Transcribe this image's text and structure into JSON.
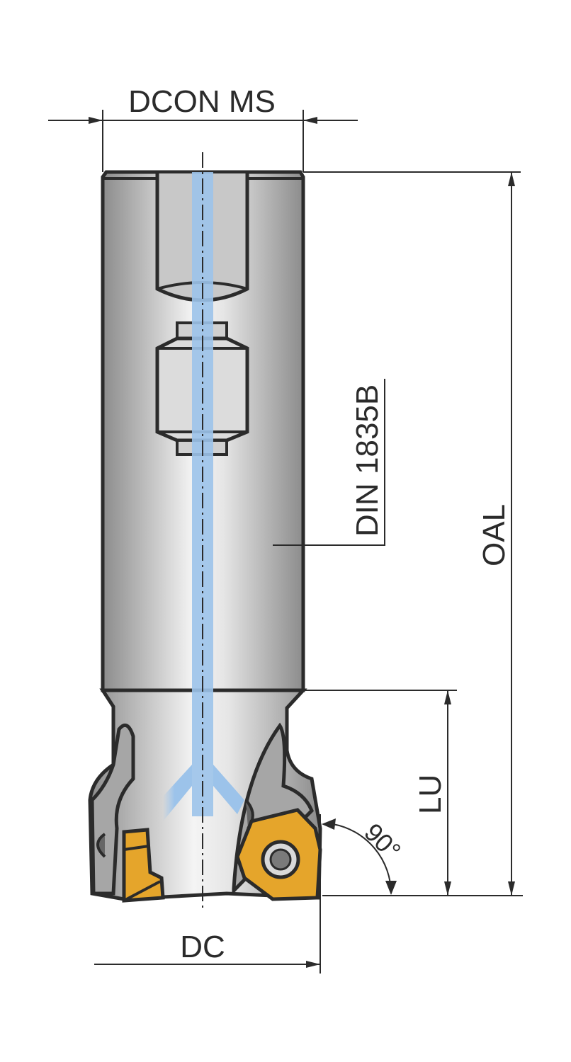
{
  "labels": {
    "dcon": "DCON MS",
    "standard": "DIN 1835B",
    "oal": "OAL",
    "lu": "LU",
    "angle": "90°",
    "dc": "DC"
  },
  "colors": {
    "outline": "#2b2b2b",
    "coolant": "#9cc3ea",
    "insert": "#e5a52b",
    "body_dark": "#8f8f8f",
    "body_light": "#f2f2f2"
  }
}
